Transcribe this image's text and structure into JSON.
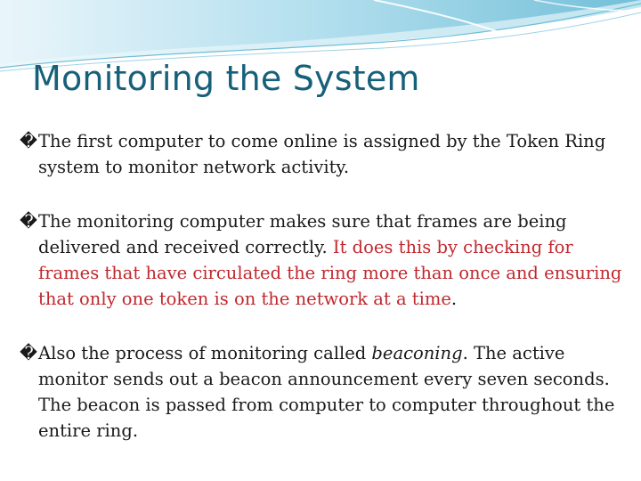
{
  "slide": {
    "title": "Monitoring the System",
    "bullet_glyph": "�",
    "bullets": [
      {
        "text": "The first computer to come online is assigned by the Token Ring system to monitor network activity."
      },
      {
        "text_plain": "The monitoring computer makes sure that frames are being delivered and received correctly. ",
        "text_red": "It does this by checking for frames that have circulated the ring more than once and ensuring that only one token is on the network at a time",
        "text_end": "."
      },
      {
        "text_before": "Also the process of monitoring called ",
        "text_italic": "beaconing",
        "text_after": ". The active monitor sends out a beacon announcement every seven seconds. The beacon is passed from computer to computer throughout the entire ring."
      }
    ]
  },
  "colors": {
    "title": "#17607a",
    "body_text": "#1a1a1a",
    "highlight_red": "#c0282e",
    "wave_light": "#cfeaf3",
    "wave_mid": "#8fcfe3",
    "wave_dark": "#4aa9c9"
  }
}
